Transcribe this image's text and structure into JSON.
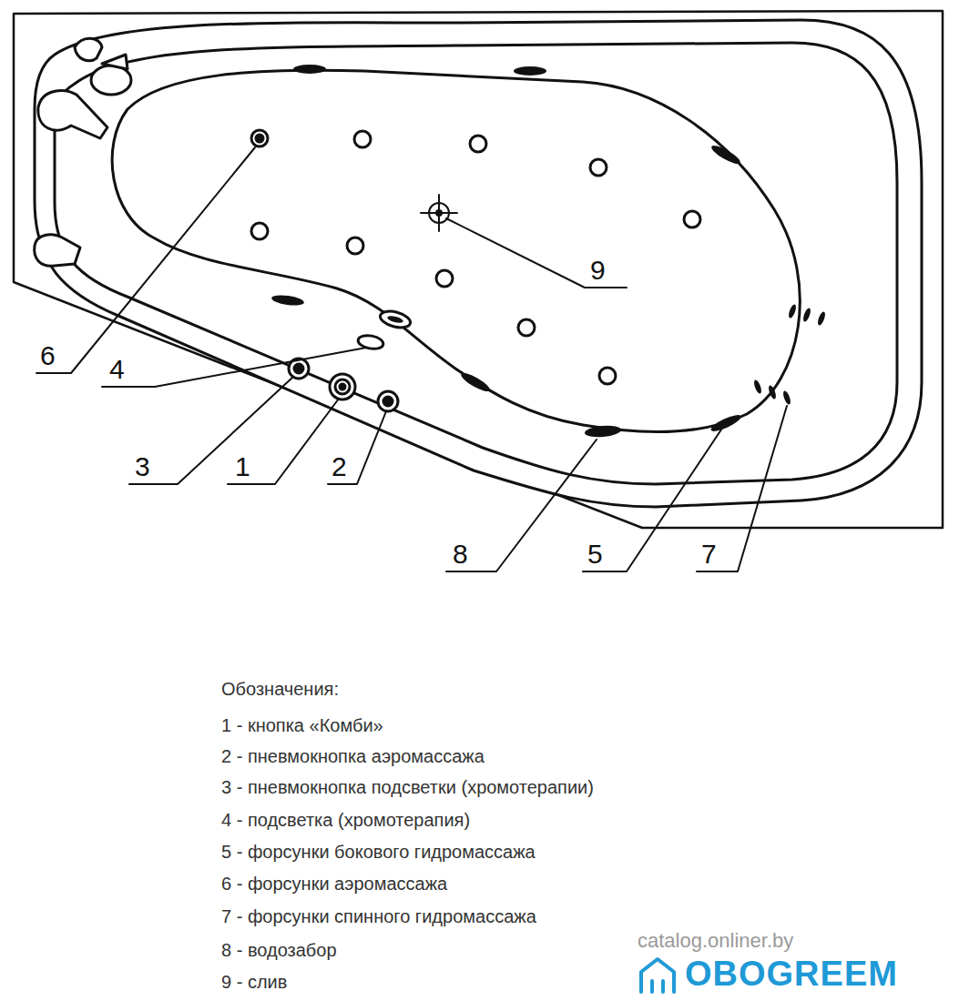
{
  "diagram": {
    "labels": [
      "6",
      "4",
      "3",
      "1",
      "2",
      "9",
      "8",
      "5",
      "7",
      "Обозначения:",
      "1 - кнопка «Комби»",
      "2 - пневмокнопка аэромассажа",
      "3 - пневмокнопка подсветки (хромотерапии)",
      "4 - подсветка (хромотерапия)",
      "5 - форсунки бокового гидромассажа",
      "6 - форсунки аэромассажа",
      "7 - форсунки спинного гидромассажа",
      "8 - водозабор",
      "9 - слив",
      "catalog.onliner.by",
      "OBOGREEM"
    ]
  }
}
